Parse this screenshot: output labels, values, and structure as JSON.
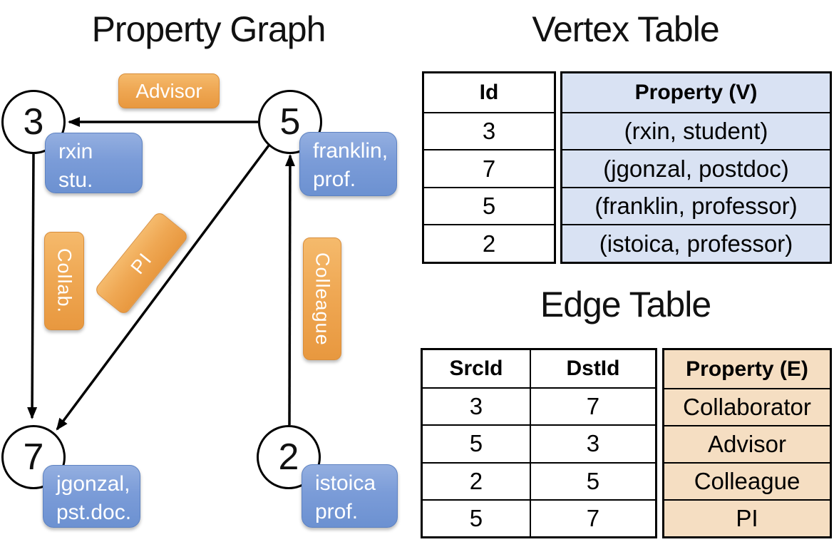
{
  "graph": {
    "title": "Property Graph",
    "nodes": [
      {
        "id": "3",
        "property_line1": "rxin",
        "property_line2": "stu."
      },
      {
        "id": "5",
        "property_line1": "franklin,",
        "property_line2": "prof."
      },
      {
        "id": "7",
        "property_line1": "jgonzal,",
        "property_line2": "pst.doc."
      },
      {
        "id": "2",
        "property_line1": "istoica",
        "property_line2": "prof."
      }
    ],
    "edge_labels": {
      "advisor": "Advisor",
      "collab": "Collab.",
      "pi": "PI",
      "colleague": "Colleague"
    }
  },
  "vertex_table": {
    "title": "Vertex Table",
    "headers": {
      "id": "Id",
      "property": "Property (V)"
    },
    "rows": [
      {
        "id": "3",
        "property": "(rxin, student)"
      },
      {
        "id": "7",
        "property": "(jgonzal, postdoc)"
      },
      {
        "id": "5",
        "property": "(franklin, professor)"
      },
      {
        "id": "2",
        "property": "(istoica, professor)"
      }
    ]
  },
  "edge_table": {
    "title": "Edge Table",
    "headers": {
      "src": "SrcId",
      "dst": "DstId",
      "property": "Property (E)"
    },
    "rows": [
      {
        "src": "3",
        "dst": "7",
        "property": "Collaborator"
      },
      {
        "src": "5",
        "dst": "3",
        "property": "Advisor"
      },
      {
        "src": "2",
        "dst": "5",
        "property": "Colleague"
      },
      {
        "src": "5",
        "dst": "7",
        "property": "PI"
      }
    ]
  },
  "colors": {
    "edge_label_orange": "#EA9C45",
    "vertex_label_blue": "#6F93D2",
    "vertex_property_bg": "#D9E2F3",
    "edge_property_bg": "#F5DEC2"
  }
}
